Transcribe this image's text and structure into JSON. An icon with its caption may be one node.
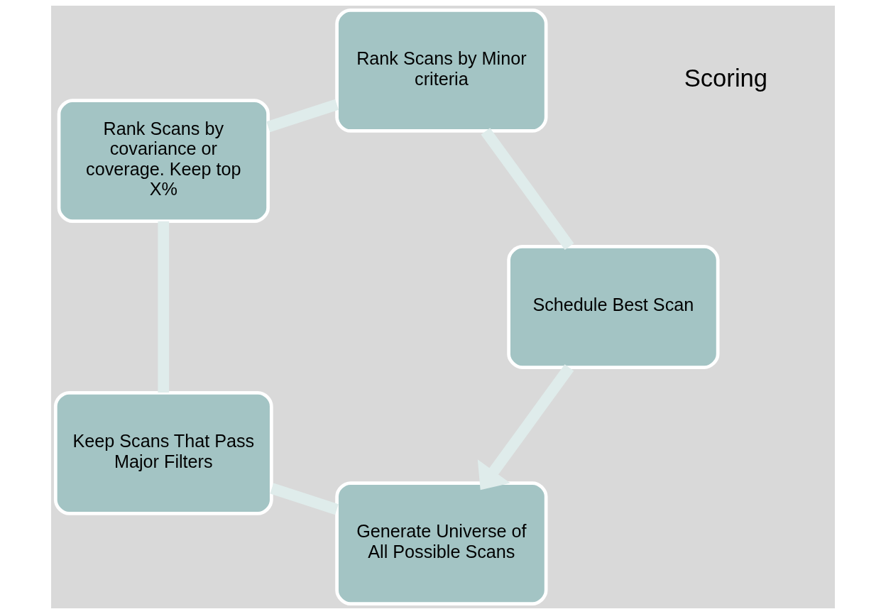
{
  "diagram": {
    "nodes": [
      {
        "text": [
          "Generate Universe of All Possible Scans"
        ]
      },
      {
        "text": [
          "Keep Scans That Pass Major Filters"
        ]
      },
      {
        "text": [
          "Rank Scans by covariance or coverage. Keep top X%"
        ]
      },
      {
        "text": [
          "Rank Scans by Minor criteria"
        ]
      },
      {
        "text": [
          "Schedule Best Scan"
        ]
      }
    ],
    "edges": [
      {
        "from": 0,
        "to": 1,
        "arrow": "none"
      },
      {
        "from": 1,
        "to": 2,
        "arrow": "none"
      },
      {
        "from": 2,
        "to": 3,
        "arrow": "none"
      },
      {
        "from": 3,
        "to": 4,
        "arrow": "none"
      },
      {
        "from": 4,
        "to": 0,
        "arrow": "to"
      }
    ],
    "labels": [
      "Scoring"
    ]
  }
}
